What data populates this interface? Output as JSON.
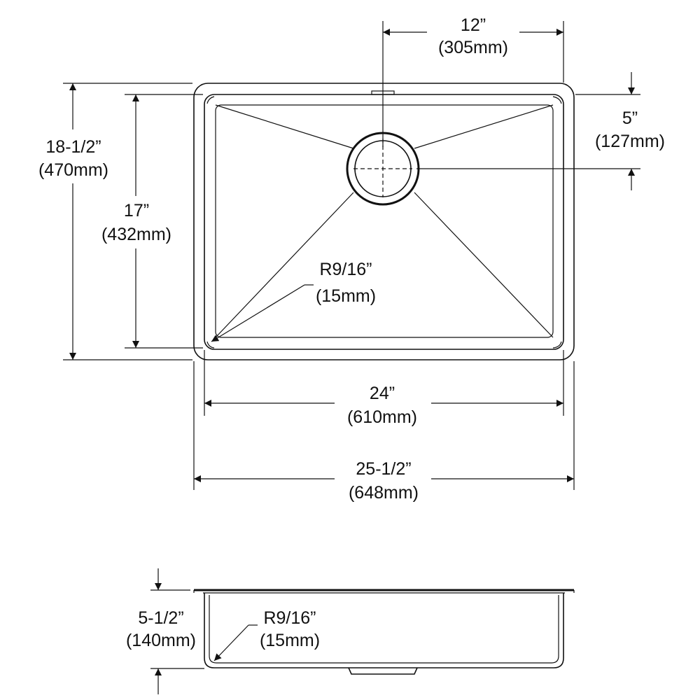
{
  "dimensions": {
    "center_offset": {
      "imperial": "12”",
      "metric": "(305mm)"
    },
    "drain_offset": {
      "imperial": "5”",
      "metric": "(127mm)"
    },
    "outer_depth": {
      "imperial": "18-1/2”",
      "metric": "(470mm)"
    },
    "inner_depth": {
      "imperial": "17”",
      "metric": "(432mm)"
    },
    "corner_radius_top": {
      "imperial": "R9/16”",
      "metric": "(15mm)"
    },
    "inner_width": {
      "imperial": "24”",
      "metric": "(610mm)"
    },
    "outer_width": {
      "imperial": "25-1/2”",
      "metric": "(648mm)"
    },
    "bowl_depth": {
      "imperial": "5-1/2”",
      "metric": "(140mm)"
    },
    "corner_radius_side": {
      "imperial": "R9/16”",
      "metric": "(15mm)"
    }
  }
}
